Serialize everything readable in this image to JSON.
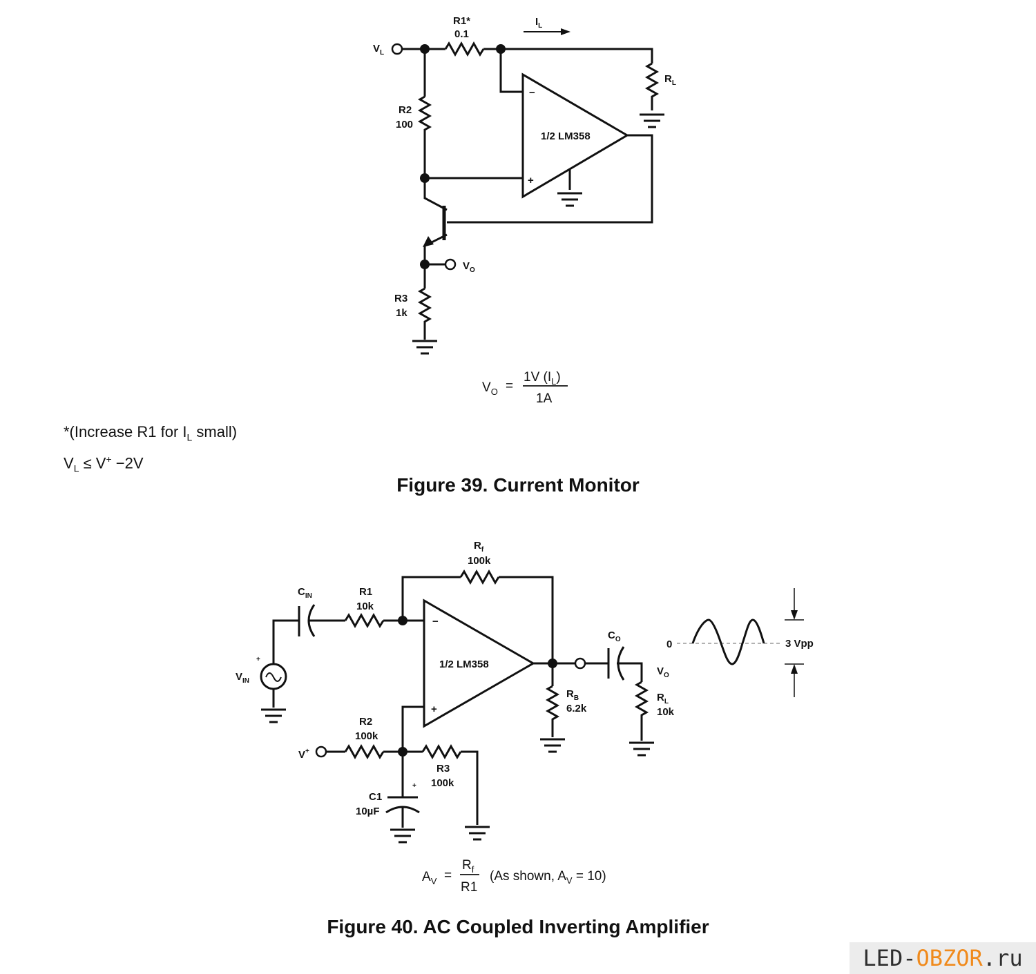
{
  "fig39": {
    "labels": {
      "vl": "V",
      "vl_sub": "L",
      "r1": "R1*",
      "r1_val": "0.1",
      "il": "I",
      "il_sub": "L",
      "rl": "R",
      "rl_sub": "L",
      "r2": "R2",
      "r2_val": "100",
      "opamp": "1/2 LM358",
      "minus": "−",
      "plus": "+",
      "vo": "V",
      "vo_sub": "O",
      "r3": "R3",
      "r3_val": "1k"
    },
    "equation": {
      "lhs": "V",
      "lhs_sub": "O",
      "eq": "=",
      "num_a": "1V (I",
      "num_sub": "L",
      "num_b": ")",
      "den": "1A"
    },
    "note": {
      "line1_a": "*(Increase R1 for I",
      "line1_sub": "L",
      "line1_b": " small)",
      "line2_a": "V",
      "line2_sub": "L",
      "line2_b": " ≤ V",
      "line2_sup": "+",
      "line2_c": " −2V"
    },
    "title": "Figure 39.  Current Monitor"
  },
  "fig40": {
    "labels": {
      "rf": "R",
      "rf_sub": "f",
      "rf_val": "100k",
      "cin": "C",
      "cin_sub": "IN",
      "r1": "R1",
      "r1_val": "10k",
      "minus": "−",
      "plus": "+",
      "opamp": "1/2 LM358",
      "co": "C",
      "co_sub": "O",
      "vo": "V",
      "vo_sub": "O",
      "vin": "V",
      "vin_sub": "IN",
      "vin_plus": "+",
      "rb": "R",
      "rb_sub": "B",
      "rb_val": "6.2k",
      "rl": "R",
      "rl_sub": "L",
      "rl_val": "10k",
      "r2": "R2",
      "r2_val": "100k",
      "vplus": "V",
      "vplus_sup": "+",
      "r3": "R3",
      "r3_val": "100k",
      "c1": "C1",
      "c1_val": "10µF",
      "c1_plus": "+",
      "zero": "0",
      "vpp": "3 Vpp"
    },
    "equation": {
      "lhs": "A",
      "lhs_sub": "V",
      "eq": "=",
      "num": "R",
      "num_sub": "f",
      "den": "R1",
      "note_a": "(As shown, A",
      "note_sub": "V",
      "note_b": " = 10)"
    },
    "title": "Figure 40.  AC Coupled Inverting Amplifier"
  },
  "watermark": {
    "part1": "LED-",
    "part2": "OBZOR",
    "part3": ".ru",
    "color1": "#2e2e2e",
    "color2": "#f08a1c"
  }
}
